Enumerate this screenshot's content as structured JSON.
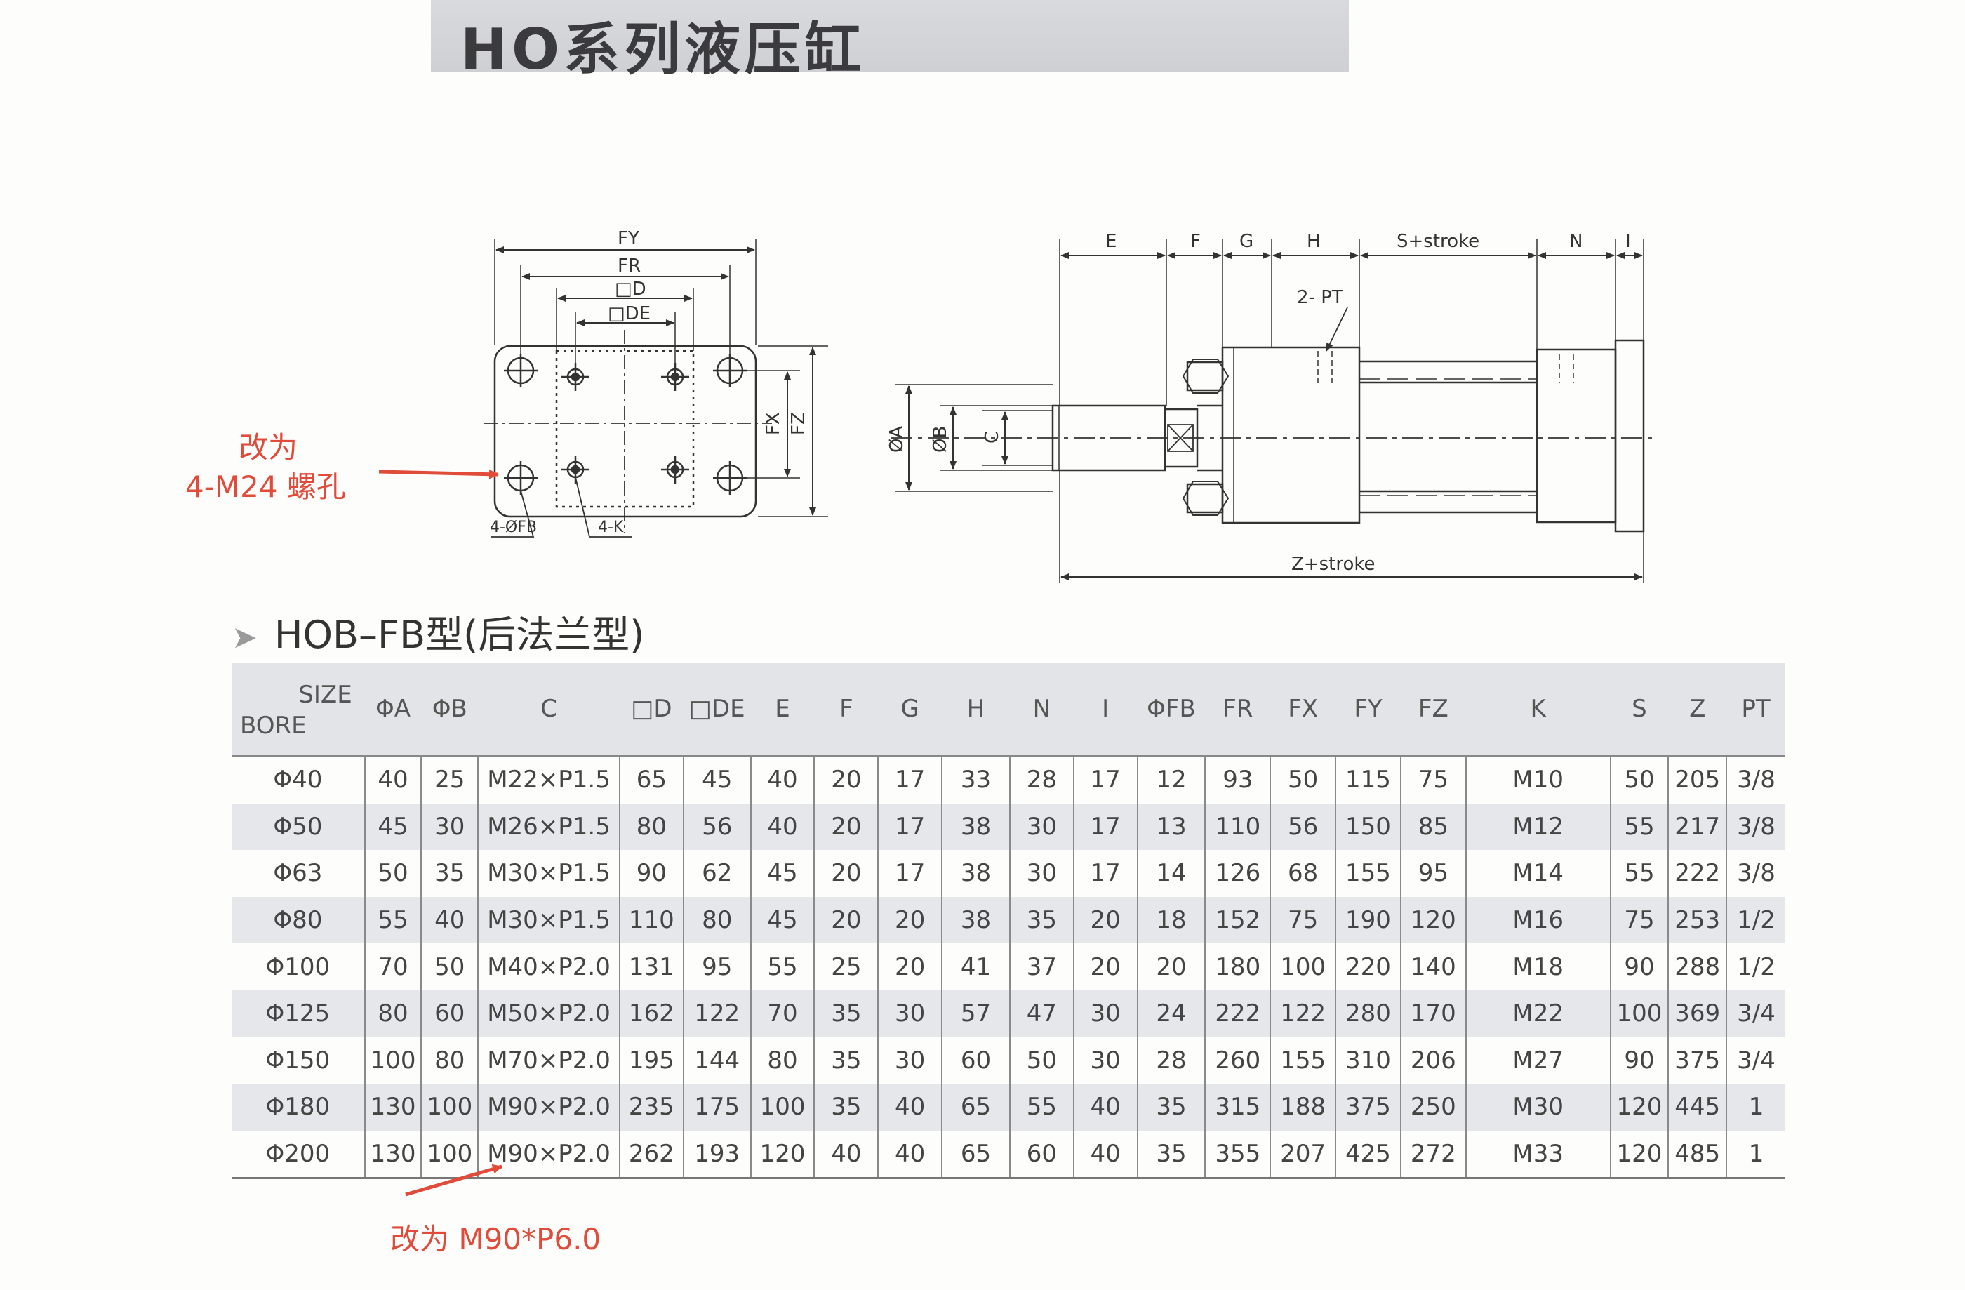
{
  "title": "HO系列液压缸",
  "section_title": "HOB–FB型(后法兰型)",
  "drawing_labels": {
    "fy": "FY",
    "fr": "FR",
    "d": "□D",
    "de": "□DE",
    "fx": "FX",
    "fz": "FZ",
    "fb": "4-ØFB",
    "k": "4-K",
    "e": "E",
    "f": "F",
    "g": "G",
    "h": "H",
    "s": "S+stroke",
    "n": "N",
    "i": "I",
    "pt": "2- PT",
    "a": "ØA",
    "b": "ØB",
    "c": "C",
    "z": "Z+stroke"
  },
  "annotations": {
    "note1_line1": "改为",
    "note1_line2": "4-M24 螺孔",
    "note2": "改为 M90*P6.0",
    "color": "#e04b3a"
  },
  "table": {
    "corner_size": "SIZE",
    "corner_bore": "BORE",
    "headers": [
      "ΦA",
      "ΦB",
      "C",
      "□D",
      "□DE",
      "E",
      "F",
      "G",
      "H",
      "N",
      "I",
      "ΦFB",
      "FR",
      "FX",
      "FY",
      "FZ",
      "K",
      "S",
      "Z",
      "PT"
    ],
    "rows": [
      [
        "Φ40",
        "40",
        "25",
        "M22×P1.5",
        "65",
        "45",
        "40",
        "20",
        "17",
        "33",
        "28",
        "17",
        "12",
        "93",
        "50",
        "115",
        "75",
        "M10",
        "50",
        "205",
        "3/8"
      ],
      [
        "Φ50",
        "45",
        "30",
        "M26×P1.5",
        "80",
        "56",
        "40",
        "20",
        "17",
        "38",
        "30",
        "17",
        "13",
        "110",
        "56",
        "150",
        "85",
        "M12",
        "55",
        "217",
        "3/8"
      ],
      [
        "Φ63",
        "50",
        "35",
        "M30×P1.5",
        "90",
        "62",
        "45",
        "20",
        "17",
        "38",
        "30",
        "17",
        "14",
        "126",
        "68",
        "155",
        "95",
        "M14",
        "55",
        "222",
        "3/8"
      ],
      [
        "Φ80",
        "55",
        "40",
        "M30×P1.5",
        "110",
        "80",
        "45",
        "20",
        "20",
        "38",
        "35",
        "20",
        "18",
        "152",
        "75",
        "190",
        "120",
        "M16",
        "75",
        "253",
        "1/2"
      ],
      [
        "Φ100",
        "70",
        "50",
        "M40×P2.0",
        "131",
        "95",
        "55",
        "25",
        "20",
        "41",
        "37",
        "20",
        "20",
        "180",
        "100",
        "220",
        "140",
        "M18",
        "90",
        "288",
        "1/2"
      ],
      [
        "Φ125",
        "80",
        "60",
        "M50×P2.0",
        "162",
        "122",
        "70",
        "35",
        "30",
        "57",
        "47",
        "30",
        "24",
        "222",
        "122",
        "280",
        "170",
        "M22",
        "100",
        "369",
        "3/4"
      ],
      [
        "Φ150",
        "100",
        "80",
        "M70×P2.0",
        "195",
        "144",
        "80",
        "35",
        "30",
        "60",
        "50",
        "30",
        "28",
        "260",
        "155",
        "310",
        "206",
        "M27",
        "90",
        "375",
        "3/4"
      ],
      [
        "Φ180",
        "130",
        "100",
        "M90×P2.0",
        "235",
        "175",
        "100",
        "35",
        "40",
        "65",
        "55",
        "40",
        "35",
        "315",
        "188",
        "375",
        "250",
        "M30",
        "120",
        "445",
        "1"
      ],
      [
        "Φ200",
        "130",
        "100",
        "M90×P2.0",
        "262",
        "193",
        "120",
        "40",
        "40",
        "65",
        "60",
        "40",
        "35",
        "355",
        "207",
        "425",
        "272",
        "M33",
        "120",
        "485",
        "1"
      ]
    ]
  }
}
